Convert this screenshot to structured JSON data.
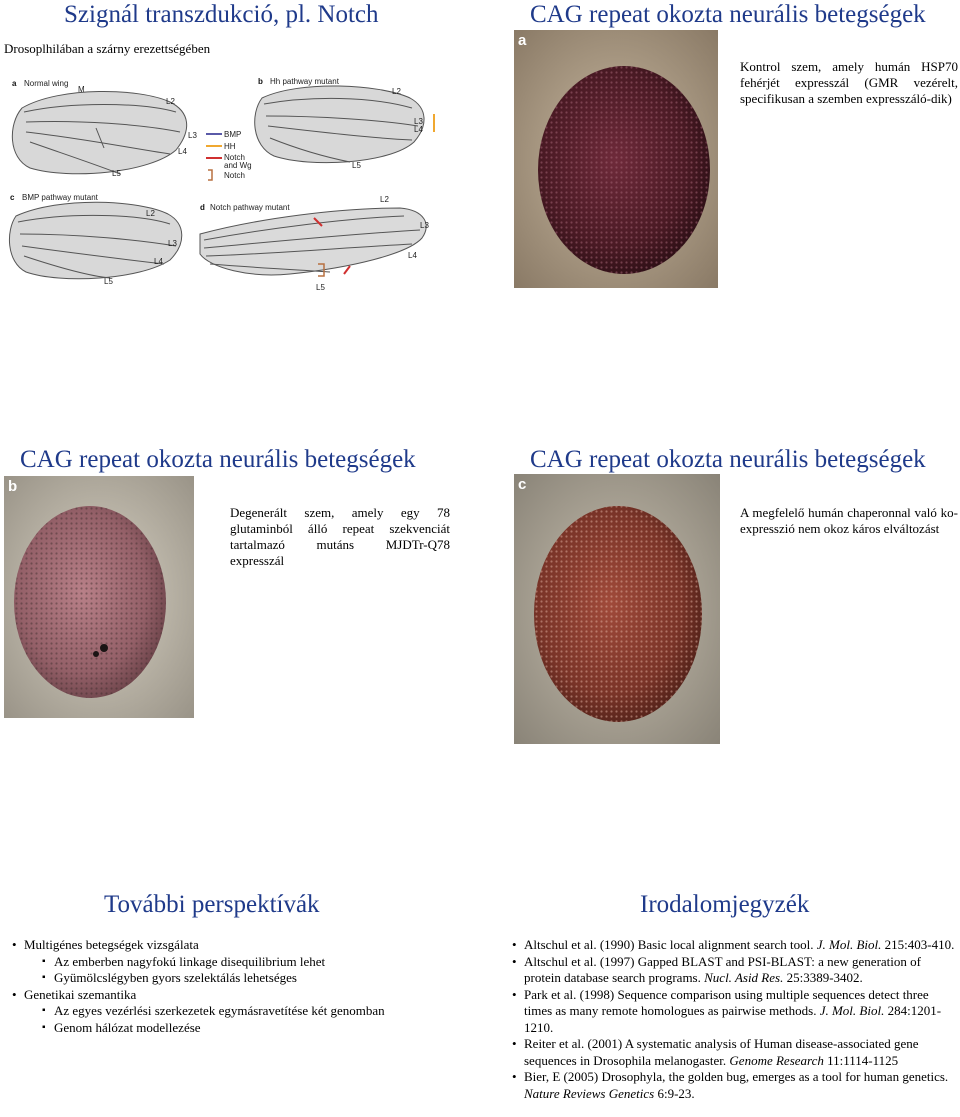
{
  "slide1": {
    "title": "Szignál transzdukció, pl. Notch",
    "subtitle": "Drosoplhilában a szárny erezettségében",
    "panels": {
      "a": "a",
      "a_title": "Normal wing",
      "b": "b",
      "b_title": "Hh pathway mutant",
      "c": "c",
      "c_title": "BMP pathway mutant",
      "d": "d",
      "d_title": "Notch pathway mutant"
    },
    "vein_labels": {
      "m": "M",
      "l2": "L2",
      "l3": "L3",
      "l4": "L4",
      "l5": "L5",
      "l3l4": "L3\nL4"
    },
    "legend": {
      "bmp": "BMP",
      "hh": "HH",
      "notch_wg_1": "Notch",
      "notch_wg_2": "and Wg",
      "notch": "Notch"
    },
    "colors": {
      "bmp": "#5a5aa8",
      "hh": "#f0a830",
      "notch_wg": "#d03030",
      "notch": "#b87040"
    }
  },
  "slide2": {
    "title": "CAG repeat okozta neurális betegségek",
    "panel_letter": "a",
    "text": "Kontrol szem, amely humán HSP70 fehérjét expresszál (GMR vezérelt, specifikusan a szemben expresszáló-dik)"
  },
  "slide3": {
    "title": "CAG repeat okozta neurális betegségek",
    "panel_letter": "b",
    "text": "Degenerált szem, amely egy 78 glutaminból álló repeat szekvenciát tartalmazó mutáns MJDTr-Q78 expresszál"
  },
  "slide4": {
    "title": "CAG repeat okozta neurális betegségek",
    "panel_letter": "c",
    "text": "A megfelelő humán chaperonnal való ko-expresszió nem okoz káros elváltozást"
  },
  "slide5": {
    "title": "További perspektívák",
    "items": [
      {
        "text": "Multigénes betegségek vizsgálata",
        "sub": [
          "Az emberben nagyfokú linkage disequilibrium lehet",
          "Gyümölcslégyben gyors szelektálás lehetséges"
        ]
      },
      {
        "text": "Genetikai szemantika",
        "sub": [
          "Az egyes vezérlési szerkezetek egymásravetítése két genomban",
          "Genom hálózat modellezése"
        ]
      }
    ]
  },
  "slide6": {
    "title": "Irodalomjegyzék",
    "refs": [
      {
        "text": "Altschul et al. (1990) Basic local alignment search tool. ",
        "journal": "J. Mol. Biol.",
        "tail": " 215:403-410."
      },
      {
        "text": "Altschul et al. (1997) Gapped BLAST and PSI-BLAST: a new generation of protein database search programs. ",
        "journal": "Nucl. Asid Res.",
        "tail": " 25:3389-3402."
      },
      {
        "text": "Park et al. (1998) Sequence comparison using multiple sequences detect three times as many remote homologues as pairwise methods. ",
        "journal": "J. Mol. Biol.",
        "tail": " 284:1201-1210."
      },
      {
        "text": "Reiter et al. (2001) A systematic analysis of Human disease-associated gene sequences in Drosophila melanogaster. ",
        "journal": "Genome Research",
        "tail": " 11:1114-1125"
      },
      {
        "text": "Bier, E (2005) Drosophyla, the golden bug, emerges as a tool for human genetics. ",
        "journal": "Nature Reviews Genetics",
        "tail": " 6:9-23."
      }
    ]
  }
}
